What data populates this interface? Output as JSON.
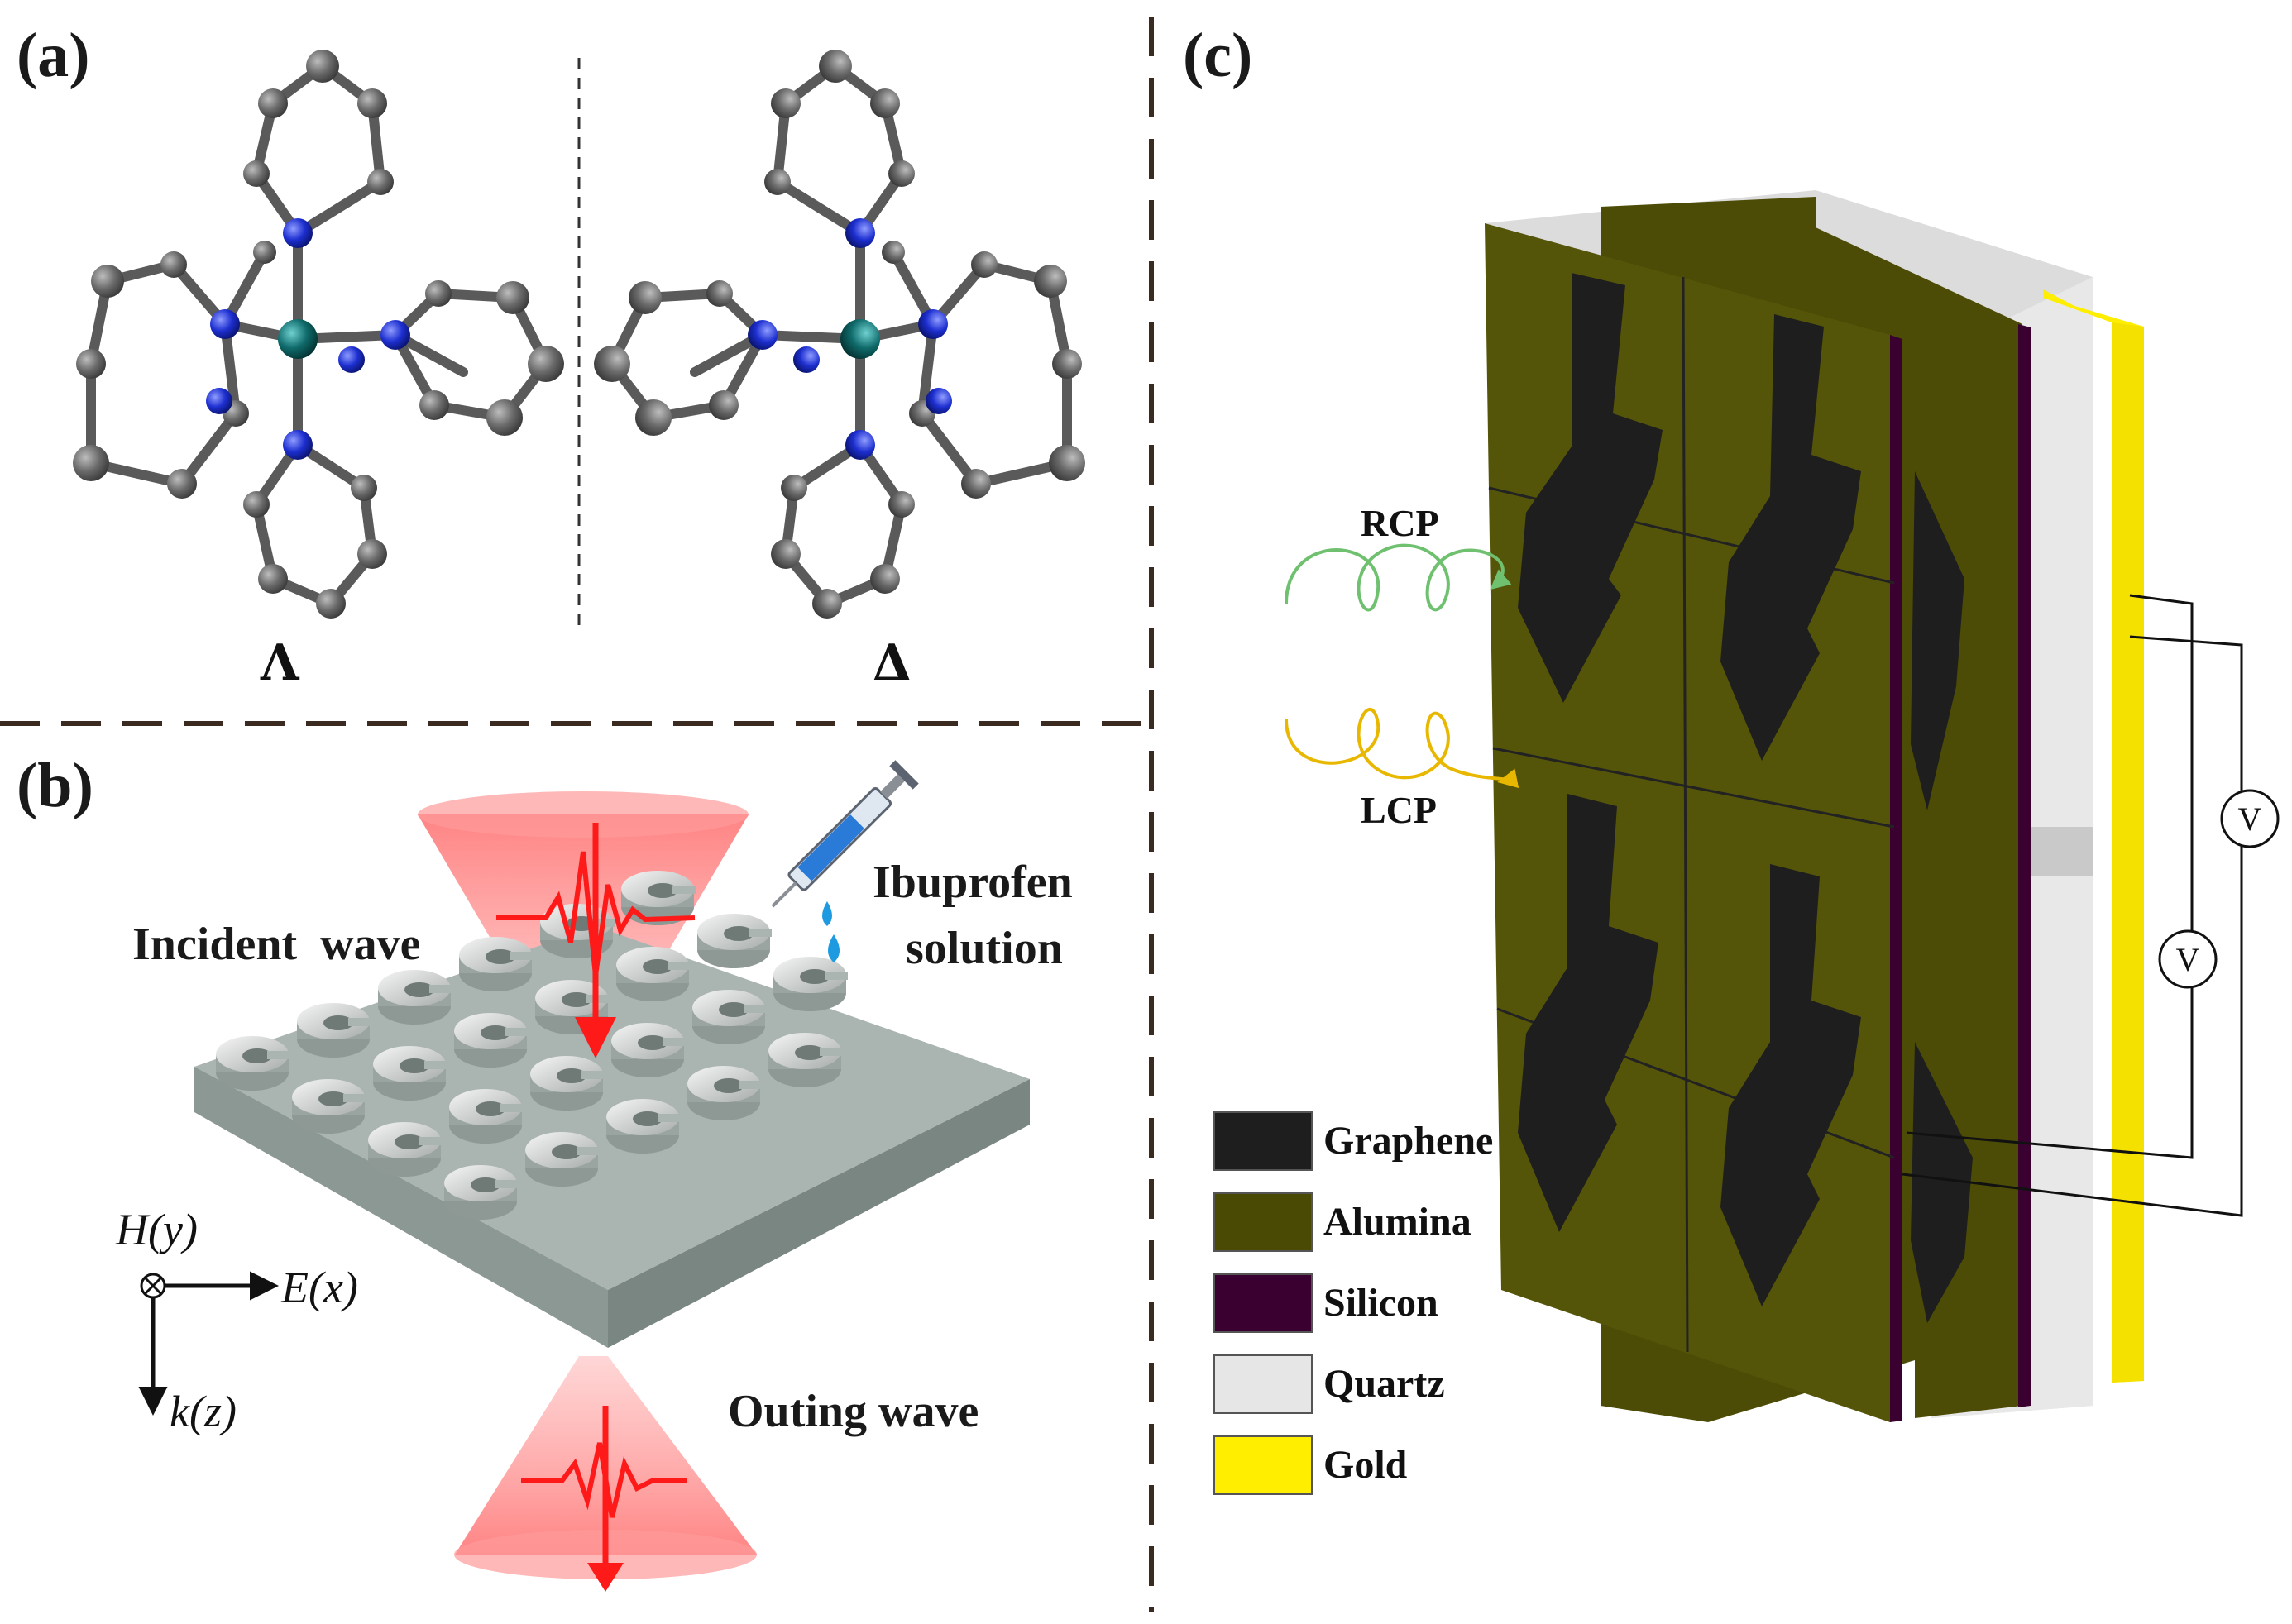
{
  "panels": {
    "a": {
      "label": "(a)",
      "left_symbol": "Λ",
      "right_symbol": "Δ"
    },
    "b": {
      "label": "(b)",
      "incident_label": "Incident  wave",
      "solution_label_line1": "Ibuprofen",
      "solution_label_line2": "solution",
      "outgoing_label": "Outing wave",
      "axis_h": "H(y)",
      "axis_e": "E(x)",
      "axis_k": "k(z)"
    },
    "c": {
      "label": "(c)",
      "rcp_label": "RCP",
      "lcp_label": "LCP",
      "voltmeter_label": "V",
      "legend": [
        {
          "name": "Graphene",
          "color": "#1e1e1e"
        },
        {
          "name": "Alumina",
          "color": "#4a4a05"
        },
        {
          "name": "Silicon",
          "color": "#3a0030"
        },
        {
          "name": "Quartz",
          "color": "#e6e6e6"
        },
        {
          "name": "Gold",
          "color": "#ffee00"
        }
      ]
    }
  },
  "colors": {
    "atom_grey": "#6f6f6f",
    "atom_blue": "#1d2fd0",
    "atom_metal": "#0f6a6a",
    "beam_red": "#ff2020",
    "rcp_green": "#6fc06f",
    "lcp_yellow": "#e8b800",
    "substrate": "#9aa6a2"
  }
}
